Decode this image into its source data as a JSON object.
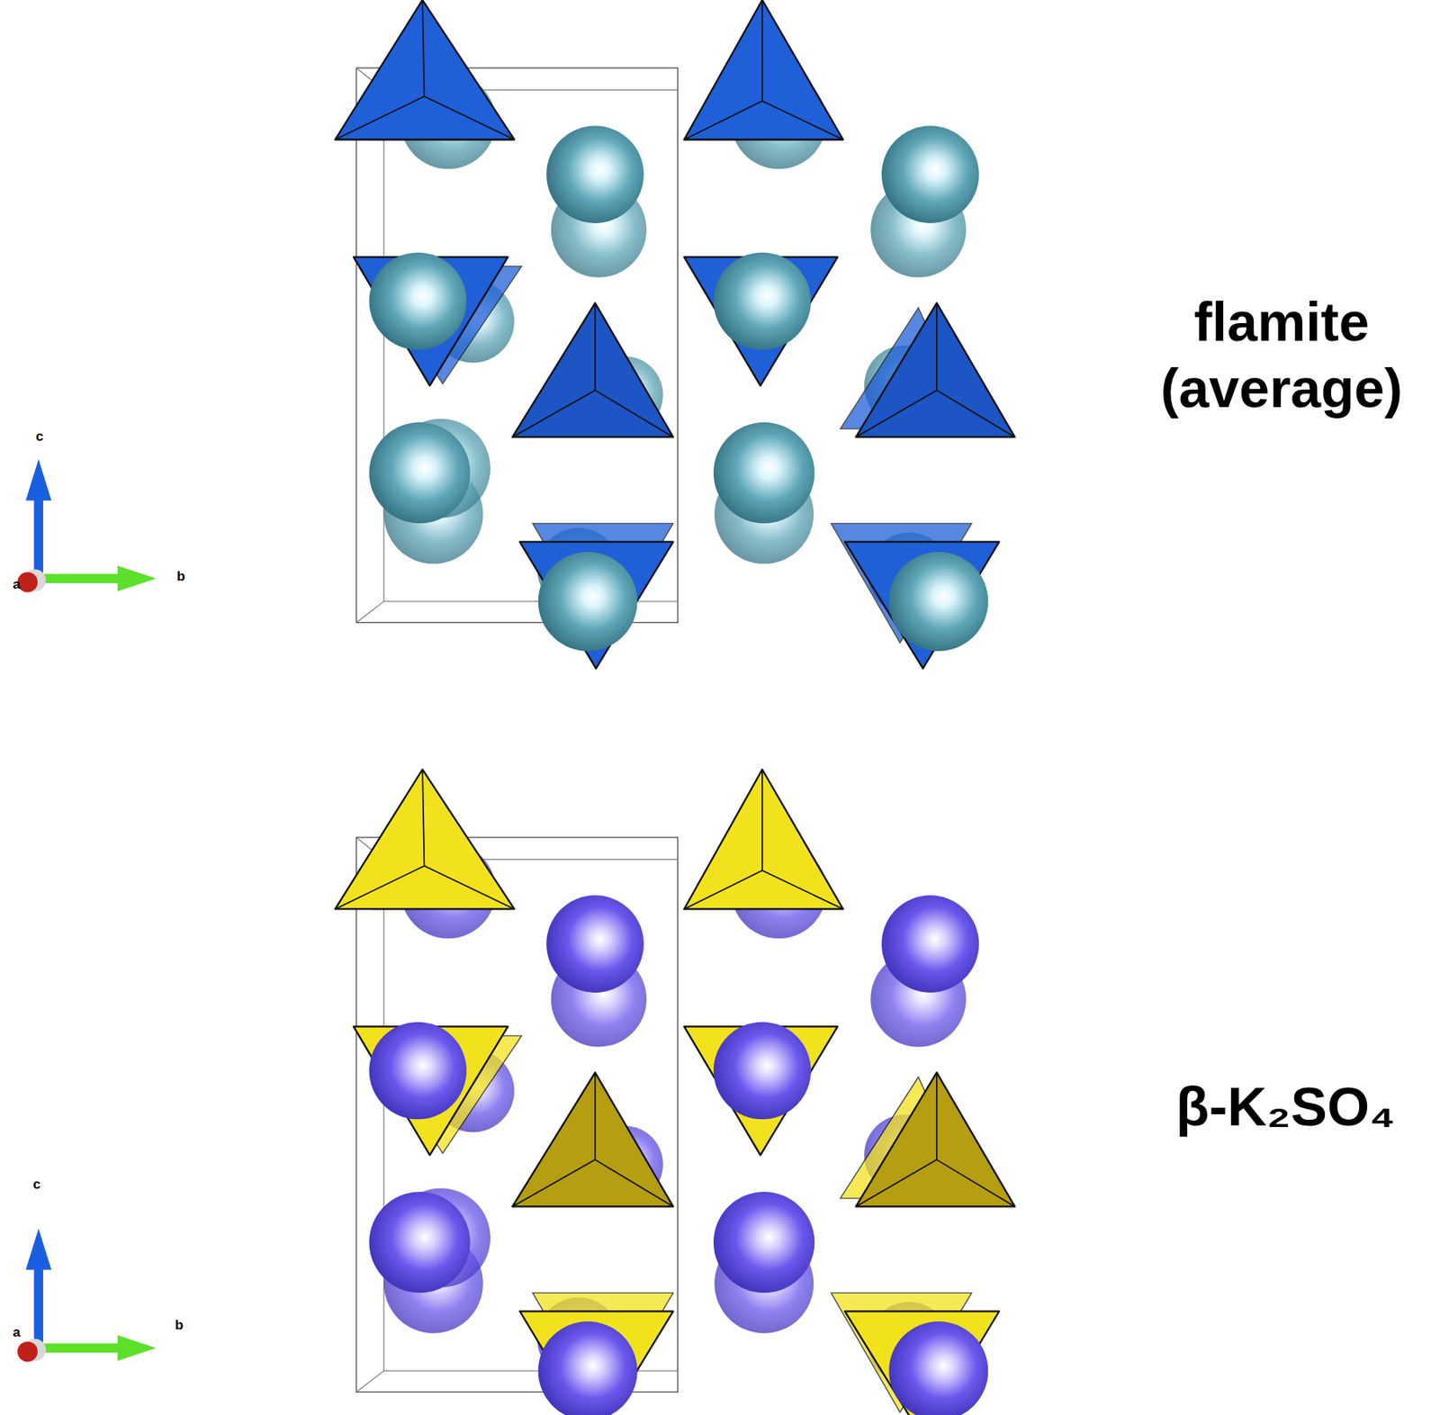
{
  "diagram": {
    "labels": [
      "c",
      "b",
      "a",
      "flamite (average)",
      "c",
      "b",
      "a",
      "β-K₂SO₄"
    ]
  }
}
